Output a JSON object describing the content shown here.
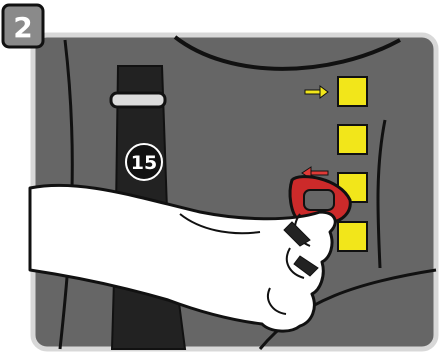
{
  "step": {
    "number": "2"
  },
  "callout": {
    "label": "15"
  },
  "colors": {
    "panel_background": "#666666",
    "outline": "#111111",
    "webbing": "#222222",
    "adjuster_square": "#f2e61a",
    "arrow_right": "#f2e61a",
    "arrow_left": "#e03a36",
    "latch": "#cc2a2a",
    "hand": "#ffffff",
    "callout_fill": "#111111",
    "step_badge_fill": "#8a8a8a"
  },
  "illustration": {
    "adjuster_squares_count": 4,
    "arrows": [
      "arrow-right-yellow",
      "arrow-left-red"
    ]
  }
}
